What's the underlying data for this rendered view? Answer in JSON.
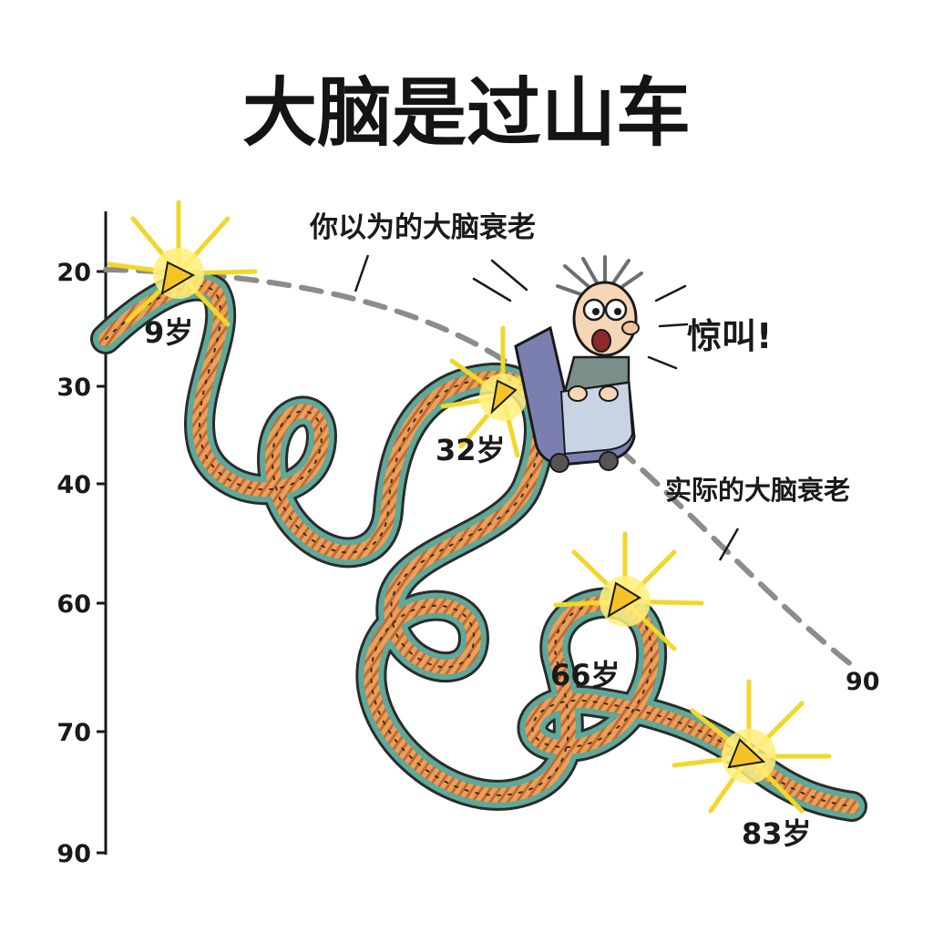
{
  "title": "大脑是过山车",
  "axis": {
    "ticks": [
      "20",
      "30",
      "40",
      "60",
      "70",
      "90"
    ]
  },
  "expected_curve": {
    "label": "你以为的大脑衰老",
    "end_label": "90",
    "color": "#8c8c8c"
  },
  "actual_curve": {
    "label": "实际的大脑衰老",
    "colors": {
      "rope_orange": "#e08a3c",
      "rope_teal": "#5fa89a",
      "rope_red": "#d65a4a"
    }
  },
  "milestones": [
    {
      "label": "9岁"
    },
    {
      "label": "32岁"
    },
    {
      "label": "66岁"
    },
    {
      "label": "83岁"
    }
  ],
  "rider": {
    "exclamation": "惊叫!",
    "cart_color": "#7b7fb0"
  },
  "colors": {
    "burst": "#fff07a",
    "arrow": "#f6c324",
    "ink": "#1a1a1a"
  }
}
